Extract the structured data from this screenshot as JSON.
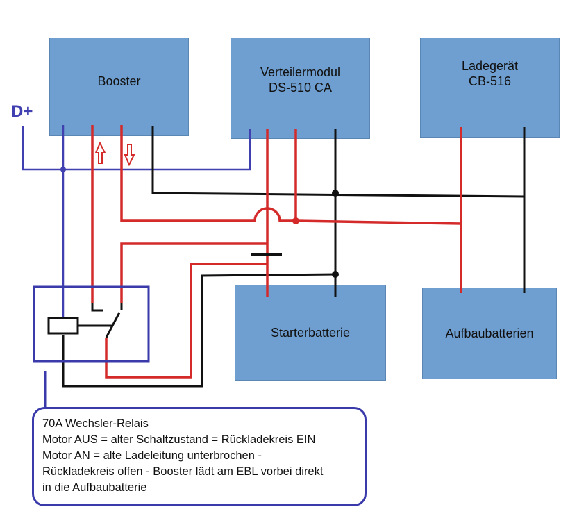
{
  "boxes": {
    "booster": {
      "line1": "Booster"
    },
    "verteiler": {
      "line1": "Verteilermodul",
      "line2": "DS-510 CA"
    },
    "ladegeraet": {
      "line1": "Ladegerät",
      "line2": "CB-516"
    },
    "starter": {
      "line1": "Starterbatterie"
    },
    "aufbau": {
      "line1": "Aufbaubatterien"
    }
  },
  "dplus_label": "D+",
  "note": {
    "lines": [
      "70A Wechsler-Relais",
      "Motor AUS = alter Schaltzustand = Rückladekreis EIN",
      "Motor AN = alte Ladeleitung unterbrochen -",
      "Rückladekreis offen - Booster lädt am EBL vorbei direkt",
      "in die Aufbaubatterie"
    ]
  },
  "colors": {
    "box_fill": "#6f9fd0",
    "wire_red": "#d42a2a",
    "wire_black": "#111111",
    "wire_blue": "#4040b0",
    "arrow_red": "#d42a2a"
  }
}
